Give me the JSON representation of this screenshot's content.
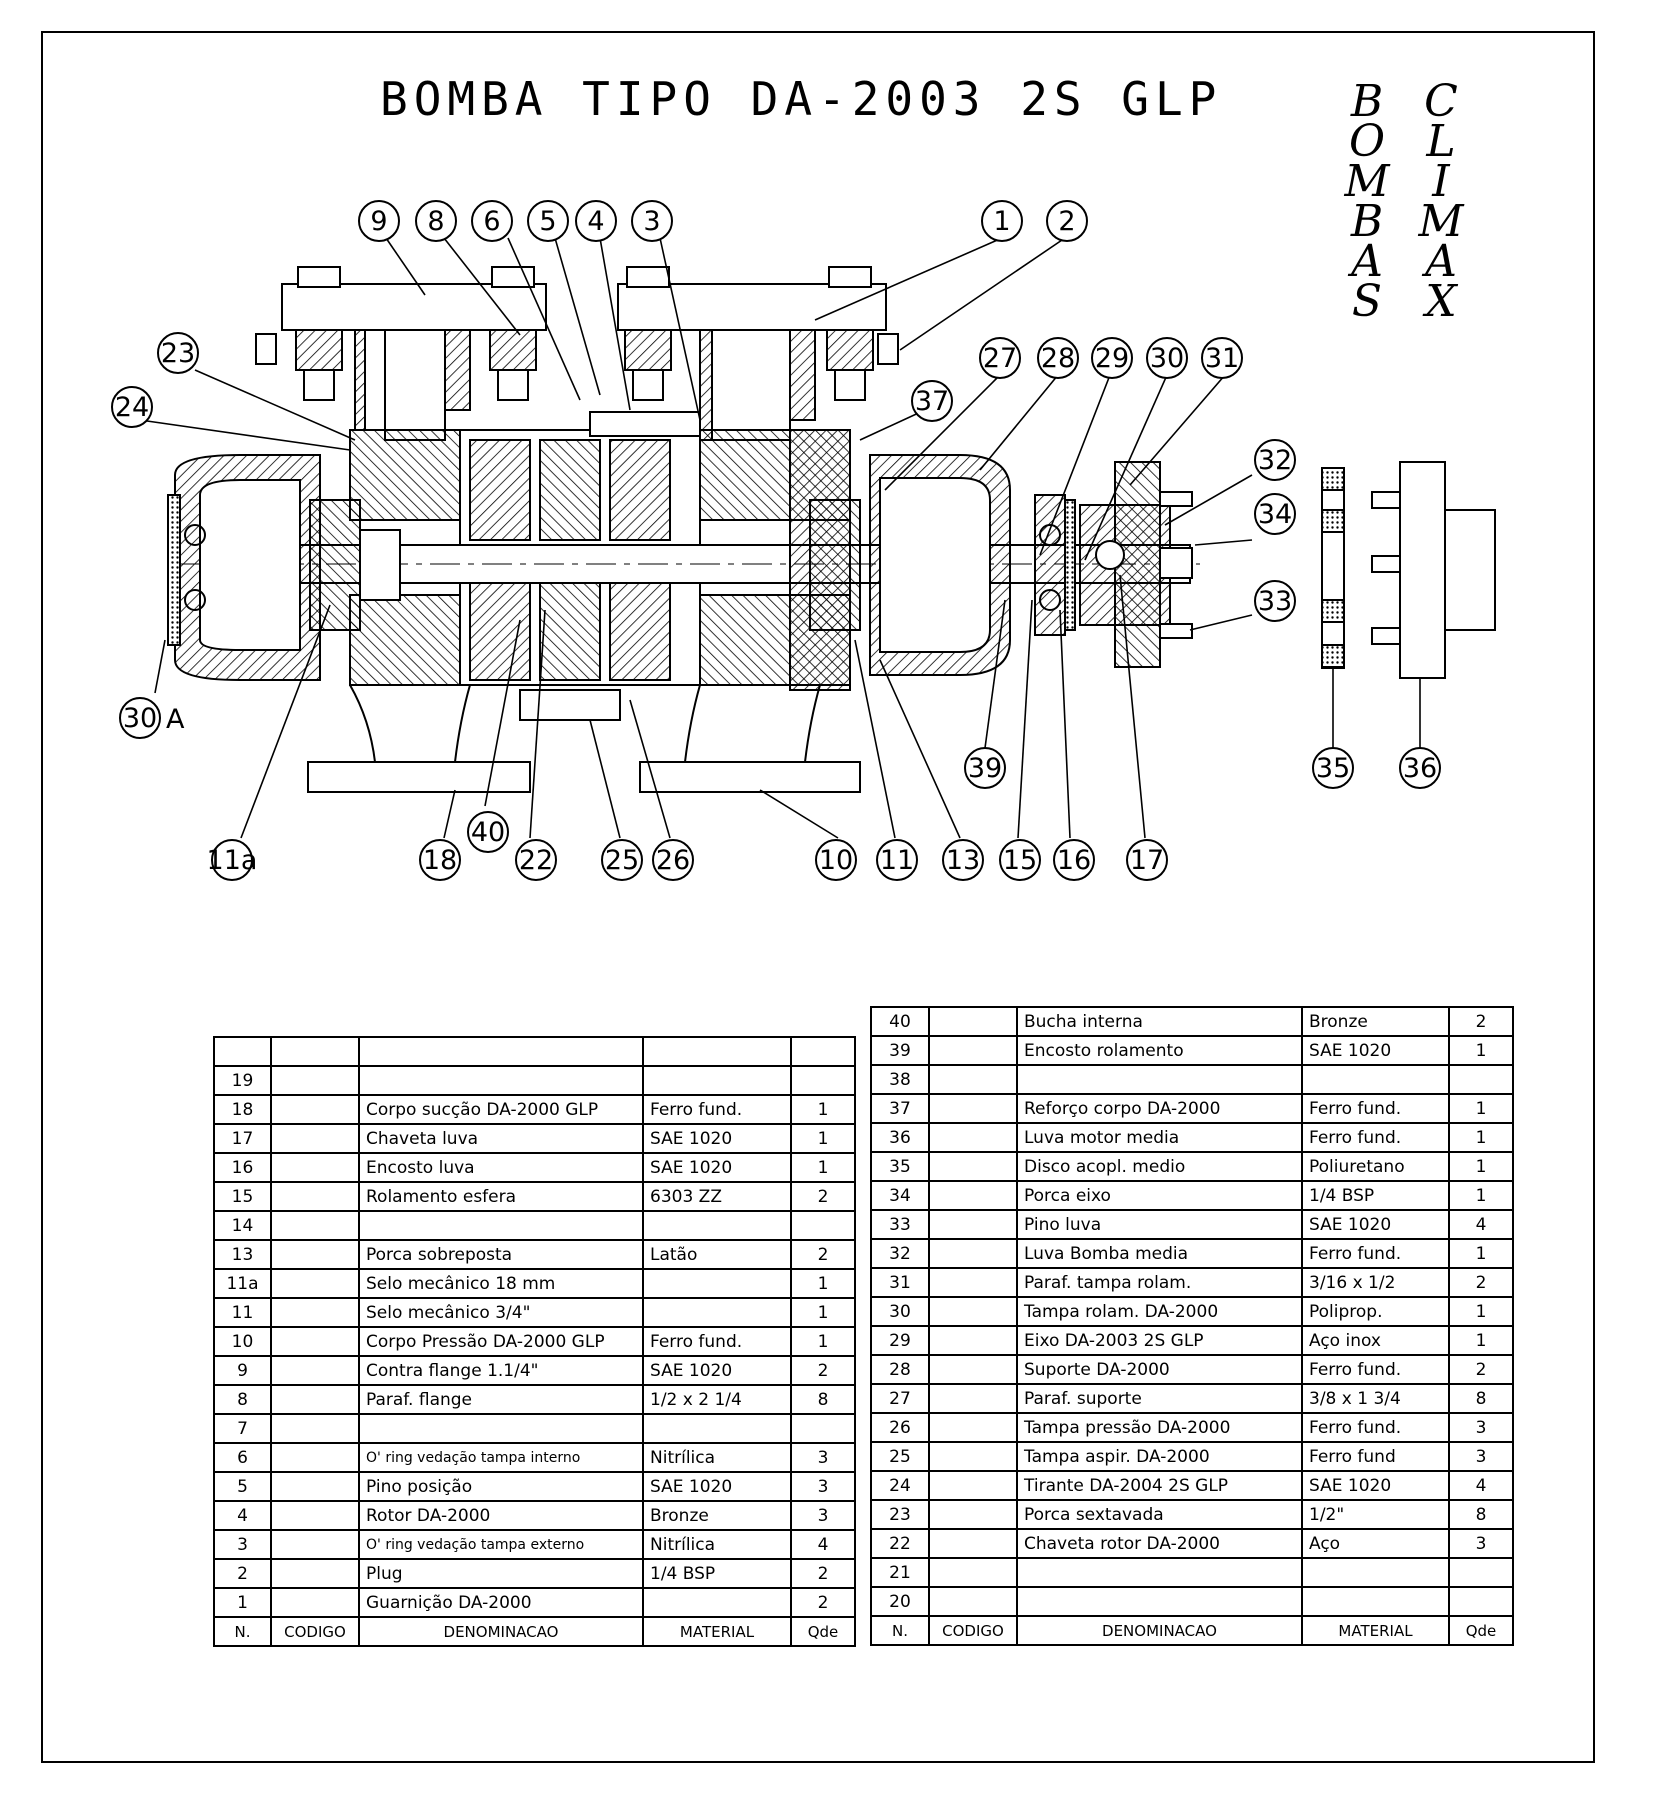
{
  "title": "BOMBA TIPO DA-2003 2S GLP",
  "brand": {
    "left_column": [
      "B",
      "O",
      "M",
      "B",
      "A",
      "S"
    ],
    "right_column": [
      "C",
      "L",
      "I",
      "M",
      "A",
      "X"
    ]
  },
  "callouts": [
    "9",
    "8",
    "6",
    "5",
    "4",
    "3",
    "1",
    "2",
    "23",
    "24",
    "27",
    "28",
    "29",
    "30",
    "31",
    "37",
    "32",
    "34",
    "33",
    "30",
    "A",
    "35",
    "36",
    "39",
    "11a",
    "18",
    "40",
    "22",
    "25",
    "26",
    "10",
    "11",
    "13",
    "15",
    "16",
    "17"
  ],
  "table_headers": {
    "n": "N.",
    "codigo": "CODIGO",
    "denominacao": "DENOMINACAO",
    "material": "MATERIAL",
    "qde": "Qde"
  },
  "parts_left": [
    {
      "n": "",
      "name": "",
      "material": "",
      "qty": ""
    },
    {
      "n": "19",
      "name": "",
      "material": "",
      "qty": ""
    },
    {
      "n": "18",
      "name": "Corpo sucção DA-2000 GLP",
      "material": "Ferro fund.",
      "qty": "1"
    },
    {
      "n": "17",
      "name": "Chaveta luva",
      "material": "SAE 1020",
      "qty": "1"
    },
    {
      "n": "16",
      "name": "Encosto luva",
      "material": "SAE 1020",
      "qty": "1"
    },
    {
      "n": "15",
      "name": "Rolamento esfera",
      "material": "6303 ZZ",
      "qty": "2"
    },
    {
      "n": "14",
      "name": "",
      "material": "",
      "qty": ""
    },
    {
      "n": "13",
      "name": "Porca sobreposta",
      "material": "Latão",
      "qty": "2"
    },
    {
      "n": "11a",
      "name": "Selo mecânico 18 mm",
      "material": "",
      "qty": "1"
    },
    {
      "n": "11",
      "name": "Selo mecânico 3/4\"",
      "material": "",
      "qty": "1"
    },
    {
      "n": "10",
      "name": "Corpo Pressão DA-2000 GLP",
      "material": "Ferro fund.",
      "qty": "1"
    },
    {
      "n": "9",
      "name": "Contra flange 1.1/4\"",
      "material": "SAE 1020",
      "qty": "2"
    },
    {
      "n": "8",
      "name": "Paraf. flange",
      "material": "1/2 x 2 1/4",
      "qty": "8"
    },
    {
      "n": "7",
      "name": "",
      "material": "",
      "qty": ""
    },
    {
      "n": "6",
      "name": "O' ring vedação tampa interno",
      "material": "Nitrílica",
      "qty": "3"
    },
    {
      "n": "5",
      "name": "Pino posição",
      "material": "SAE 1020",
      "qty": "3"
    },
    {
      "n": "4",
      "name": "Rotor DA-2000",
      "material": "Bronze",
      "qty": "3"
    },
    {
      "n": "3",
      "name": "O' ring vedação tampa externo",
      "material": "Nitrílica",
      "qty": "4"
    },
    {
      "n": "2",
      "name": "Plug",
      "material": "1/4 BSP",
      "qty": "2"
    },
    {
      "n": "1",
      "name": "Guarnição DA-2000",
      "material": "",
      "qty": "2"
    }
  ],
  "parts_right": [
    {
      "n": "40",
      "name": "Bucha interna",
      "material": "Bronze",
      "qty": "2"
    },
    {
      "n": "39",
      "name": "Encosto rolamento",
      "material": "SAE 1020",
      "qty": "1"
    },
    {
      "n": "38",
      "name": "",
      "material": "",
      "qty": ""
    },
    {
      "n": "37",
      "name": "Reforço corpo DA-2000",
      "material": "Ferro fund.",
      "qty": "1"
    },
    {
      "n": "36",
      "name": "Luva motor media",
      "material": "Ferro fund.",
      "qty": "1"
    },
    {
      "n": "35",
      "name": "Disco acopl. medio",
      "material": "Poliuretano",
      "qty": "1"
    },
    {
      "n": "34",
      "name": "Porca eixo",
      "material": "1/4 BSP",
      "qty": "1"
    },
    {
      "n": "33",
      "name": "Pino luva",
      "material": "SAE 1020",
      "qty": "4"
    },
    {
      "n": "32",
      "name": "Luva Bomba media",
      "material": "Ferro fund.",
      "qty": "1"
    },
    {
      "n": "31",
      "name": "Paraf. tampa rolam.",
      "material": "3/16 x 1/2",
      "qty": "2"
    },
    {
      "n": "30",
      "name": "Tampa rolam. DA-2000",
      "material": "Poliprop.",
      "qty": "1"
    },
    {
      "n": "29",
      "name": "Eixo DA-2003 2S GLP",
      "material": "Aço inox",
      "qty": "1"
    },
    {
      "n": "28",
      "name": "Suporte DA-2000",
      "material": "Ferro fund.",
      "qty": "2"
    },
    {
      "n": "27",
      "name": "Paraf. suporte",
      "material": "3/8 x 1 3/4",
      "qty": "8"
    },
    {
      "n": "26",
      "name": "Tampa pressão DA-2000",
      "material": "Ferro fund.",
      "qty": "3"
    },
    {
      "n": "25",
      "name": "Tampa aspir. DA-2000",
      "material": "Ferro fund",
      "qty": "3"
    },
    {
      "n": "24",
      "name": "Tirante DA-2004 2S GLP",
      "material": "SAE 1020",
      "qty": "4"
    },
    {
      "n": "23",
      "name": "Porca sextavada",
      "material": "1/2\"",
      "qty": "8"
    },
    {
      "n": "22",
      "name": "Chaveta rotor DA-2000",
      "material": "Aço",
      "qty": "3"
    },
    {
      "n": "21",
      "name": "",
      "material": "",
      "qty": ""
    },
    {
      "n": "20",
      "name": "",
      "material": "",
      "qty": ""
    }
  ]
}
